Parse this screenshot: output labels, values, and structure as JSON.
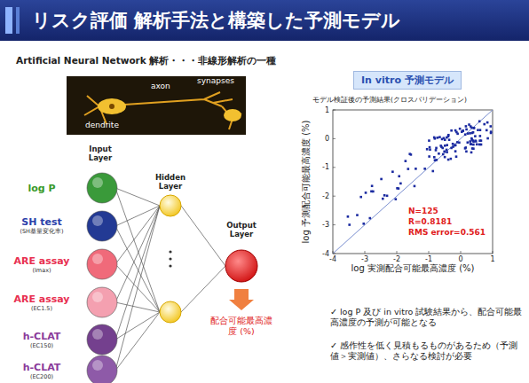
{
  "diagram": {
    "title": "リスク評価 解析手法と構築した予測モデル",
    "nodes": [
      {
        "text": [
          "log P"
        ]
      },
      {
        "text": [
          "SH test",
          "(SH基量変化率)"
        ]
      },
      {
        "text": [
          "ARE assay",
          "(Imax)"
        ]
      },
      {
        "text": [
          "ARE assay",
          "(EC1.5)"
        ]
      },
      {
        "text": [
          "h-CLAT",
          "(EC150)"
        ]
      },
      {
        "text": [
          "h-CLAT",
          "(EC200)"
        ]
      },
      {
        "text": [
          "Output Layer"
        ]
      },
      {
        "text": [
          "In vitro 予測モデル"
        ]
      }
    ],
    "labels": [
      "Artificial Neural Network 解析・・・非線形解析の一種",
      "axon",
      "synapses",
      "dendrite",
      "Input Layer",
      "Hidden Layer",
      "配合可能最高濃度 (%)",
      "モデル検証後の予測結果(クロスバリデーション)",
      "log 予測配合可能最高濃度 (%)",
      "log 実測配合可能最高濃度 (%)",
      "-4",
      "-3",
      "-2",
      "-1",
      "0",
      "1",
      "1",
      "0",
      "-1",
      "-2",
      "-3",
      "-4",
      "N=125",
      "R=0.8181",
      "RMS error=0.561",
      "✓ log P 及び in vitro 試験結果から、配合可能最高濃度の予測が可能となる",
      "✓ 感作性を低く見積もるものがあるため（予測値＞実測値）、さらなる検討が必要"
    ]
  }
}
